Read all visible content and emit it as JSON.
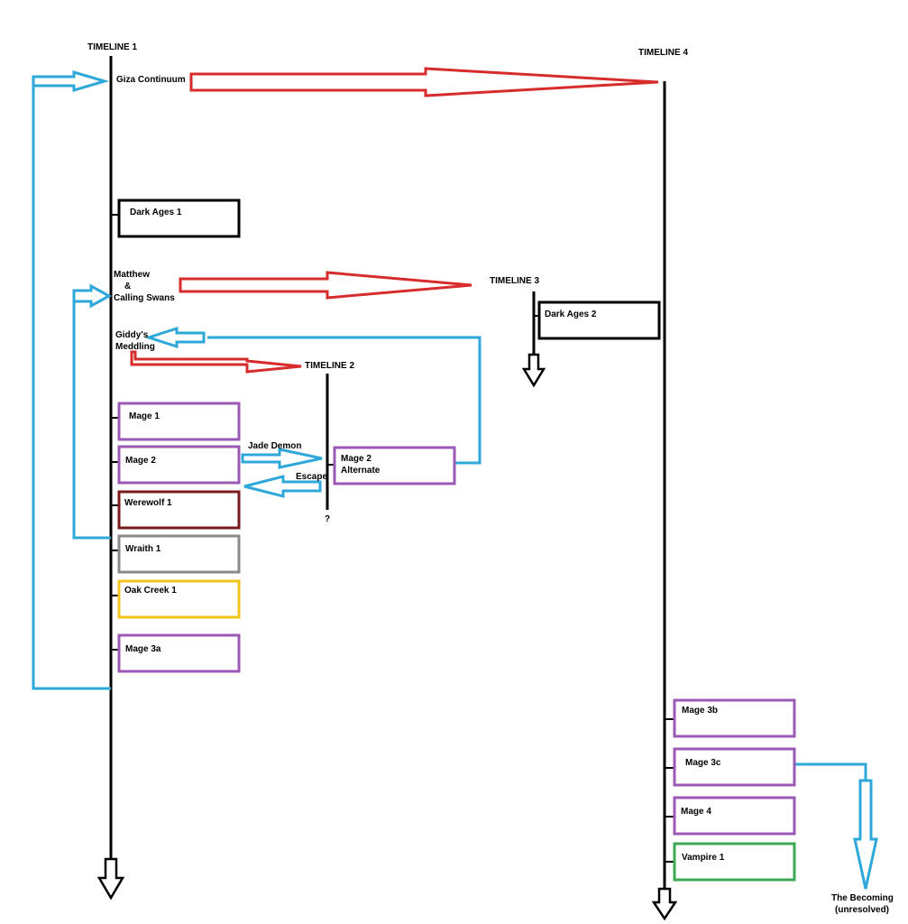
{
  "timelines": {
    "t1": "TIMELINE 1",
    "t2": "TIMELINE 2",
    "t3": "TIMELINE 3",
    "t4": "TIMELINE 4"
  },
  "events": {
    "giza": "Giza Continuum",
    "matthew_line1": "Matthew",
    "matthew_line2": "&",
    "matthew_line3": "Calling Swans",
    "giddy_line1": "Giddy's",
    "giddy_line2": "Meddling",
    "timeline2_end": "?",
    "becoming_line1": "The Becoming",
    "becoming_line2": "(unresolved)"
  },
  "arrow_labels": {
    "jade_demon": "Jade Demon",
    "escape": "Escape"
  },
  "boxes": {
    "dark_ages_1": "Dark Ages 1",
    "dark_ages_2": "Dark Ages 2",
    "mage_1": "Mage 1",
    "mage_2": "Mage 2",
    "mage_2_alt_line1": "Mage 2",
    "mage_2_alt_line2": "Alternate",
    "werewolf_1": "Werewolf 1",
    "wraith_1": "Wraith 1",
    "oak_creek_1": "Oak Creek 1",
    "mage_3a": "Mage 3a",
    "mage_3b": "Mage 3b",
    "mage_3c": "Mage 3c",
    "mage_4": "Mage 4",
    "vampire_1": "Vampire 1"
  },
  "colors": {
    "mage": "#9b59b6",
    "werewolf": "#7a1a1a",
    "wraith": "#8a8a8a",
    "oak_creek": "#f2c318",
    "vampire": "#3aaa52",
    "dark_ages": "#000000",
    "jump_arrow": "#d62c2c",
    "loop_arrow": "#2ea7d9"
  }
}
